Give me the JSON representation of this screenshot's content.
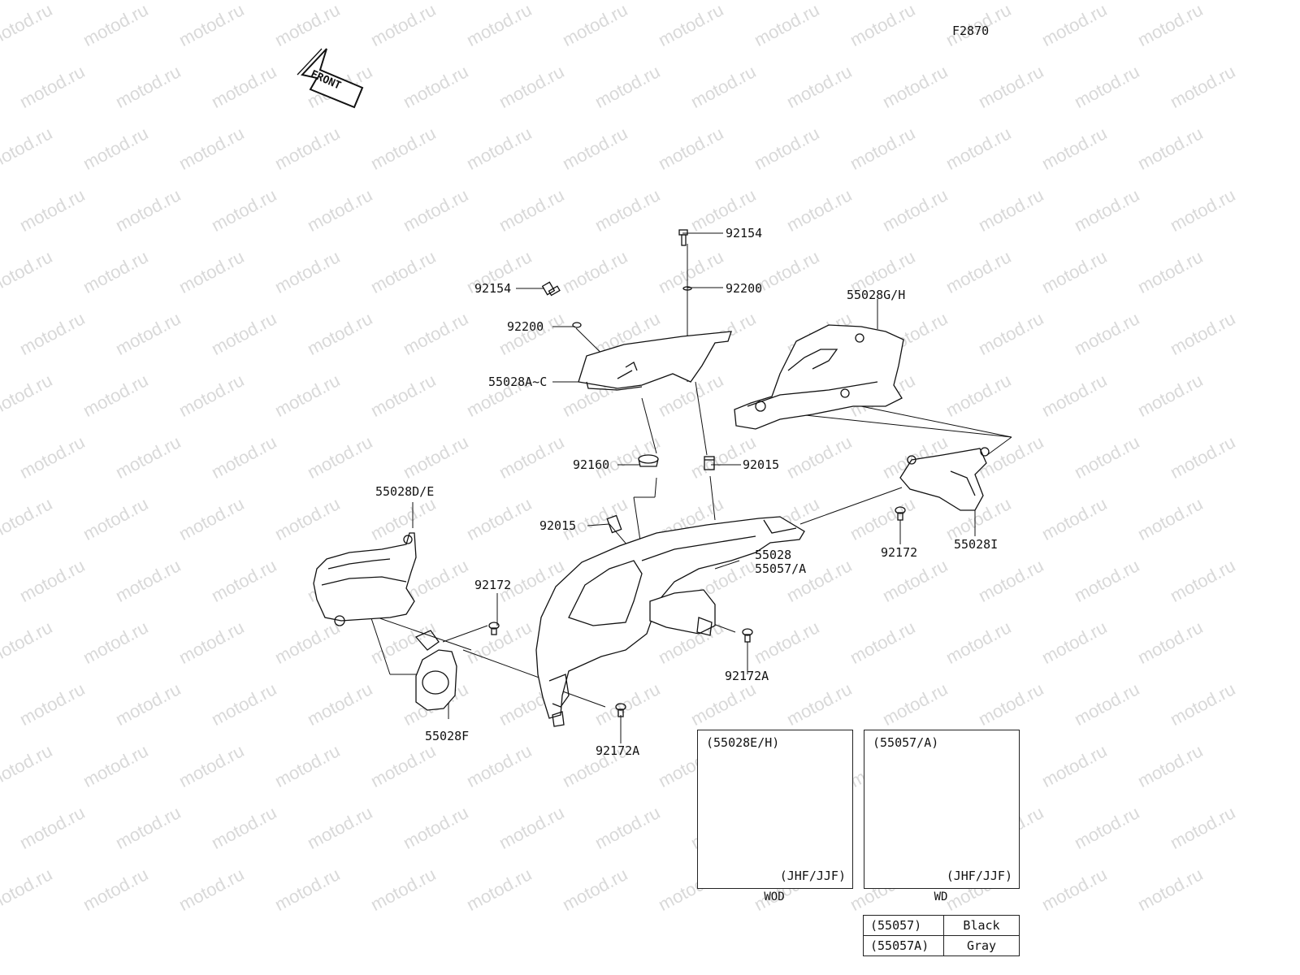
{
  "watermark": "motod.ru",
  "figure_code": "F2870",
  "front_label": "FRONT",
  "labels": {
    "bolt_top_center": "92154",
    "washer_top_center": "92200",
    "bolt_top_left": "92154",
    "washer_top_left": "92200",
    "upper_cover": "55028A~C",
    "right_cover_upper": "55028G/H",
    "grommet": "92160",
    "nut_center": "92015",
    "nut_left": "92015",
    "left_cover": "55028D/E",
    "screw_left": "92172",
    "cowl_main": "55028",
    "cowl_variant": "55057/A",
    "screw_right": "92172",
    "right_cover_lower": "55028I",
    "screw_center_right": "92172A",
    "left_lower_cover": "55028F",
    "screw_bottom": "92172A"
  },
  "inset_wod": {
    "title": "(55028E/H)",
    "variant": "(JHF/JJF)",
    "caption": "WOD"
  },
  "inset_wd": {
    "title": "(55057/A)",
    "variant": "(JHF/JJF)",
    "caption": "WD"
  },
  "color_table": [
    {
      "code": "(55057)",
      "color": "Black"
    },
    {
      "code": "(55057A)",
      "color": "Gray"
    }
  ]
}
